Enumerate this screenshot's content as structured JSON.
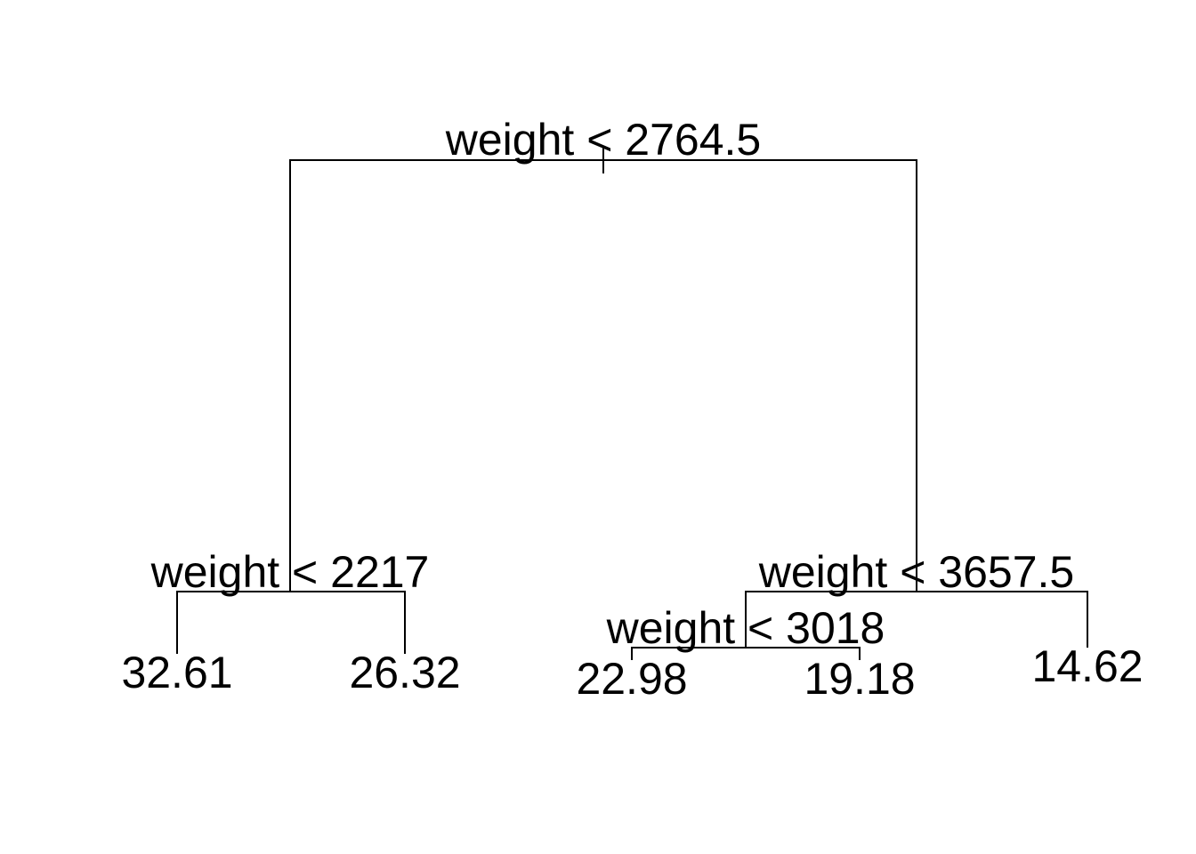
{
  "tree": {
    "root": {
      "split": "weight < 2764.5",
      "left": {
        "split": "weight < 2217",
        "left": {
          "leaf": "32.61"
        },
        "right": {
          "leaf": "26.32"
        }
      },
      "right": {
        "split": "weight < 3657.5",
        "left": {
          "split": "weight < 3018",
          "left": {
            "leaf": "22.98"
          },
          "right": {
            "leaf": "19.18"
          }
        },
        "right": {
          "leaf": "14.62"
        }
      }
    }
  },
  "colors": {
    "line": "#000000",
    "background": "#ffffff"
  }
}
